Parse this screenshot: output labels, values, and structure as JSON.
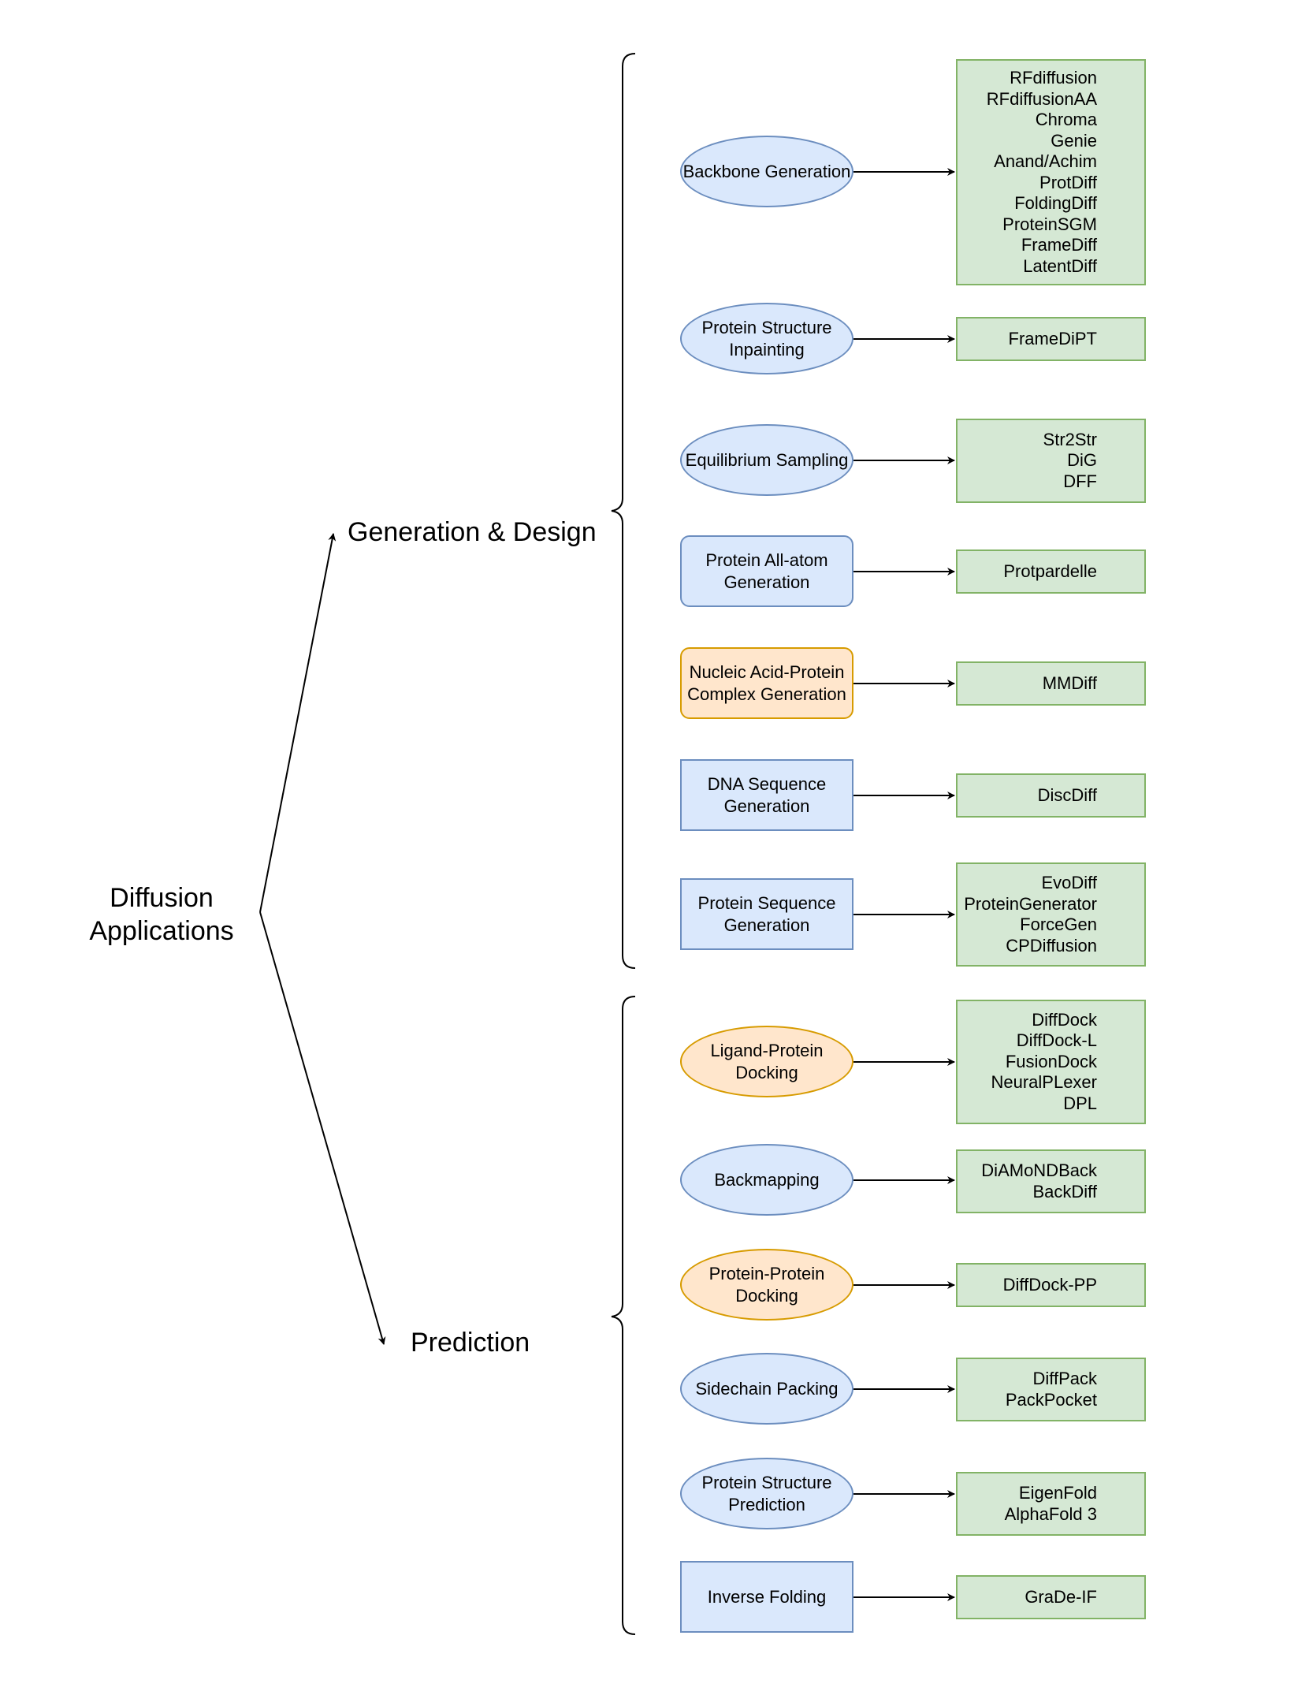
{
  "root": {
    "line1": "Diffusion",
    "line2": "Applications"
  },
  "branches": [
    {
      "label": "Generation & Design",
      "tasks": [
        {
          "label": "Backbone Generation",
          "shape": "ellipse",
          "color": "#dae8fc",
          "border": "#6c8ebf",
          "methods": [
            "RFdiffusion",
            "RFdiffusionAA",
            "Chroma",
            "Genie",
            "Anand/Achim",
            "ProtDiff",
            "FoldingDiff",
            "ProteinSGM",
            "FrameDiff",
            "LatentDiff"
          ]
        },
        {
          "label": "Protein Structure\nInpainting",
          "shape": "ellipse",
          "color": "#dae8fc",
          "border": "#6c8ebf",
          "methods": [
            "FrameDiPT"
          ]
        },
        {
          "label": "Equilibrium Sampling",
          "shape": "ellipse",
          "color": "#dae8fc",
          "border": "#6c8ebf",
          "methods": [
            "Str2Str",
            "DiG",
            "DFF"
          ]
        },
        {
          "label": "Protein All-atom\nGeneration",
          "shape": "rounded",
          "color": "#dae8fc",
          "border": "#6c8ebf",
          "methods": [
            "Protpardelle"
          ]
        },
        {
          "label": "Nucleic Acid-Protein\nComplex Generation",
          "shape": "rounded",
          "color": "#ffe6cc",
          "border": "#d79b00",
          "methods": [
            "MMDiff"
          ]
        },
        {
          "label": "DNA Sequence\nGeneration",
          "shape": "rect",
          "color": "#dae8fc",
          "border": "#6c8ebf",
          "methods": [
            "DiscDiff"
          ]
        },
        {
          "label": "Protein Sequence\nGeneration",
          "shape": "rect",
          "color": "#dae8fc",
          "border": "#6c8ebf",
          "methods": [
            "EvoDiff",
            "ProteinGenerator",
            "ForceGen",
            "CPDiffusion"
          ]
        }
      ]
    },
    {
      "label": "Prediction",
      "tasks": [
        {
          "label": "Ligand-Protein\nDocking",
          "shape": "ellipse",
          "color": "#ffe6cc",
          "border": "#d79b00",
          "methods": [
            "DiffDock",
            "DiffDock-L",
            "FusionDock",
            "NeuralPLexer",
            "DPL"
          ]
        },
        {
          "label": "Backmapping",
          "shape": "ellipse",
          "color": "#dae8fc",
          "border": "#6c8ebf",
          "methods": [
            "DiAMoNDBack",
            "BackDiff"
          ]
        },
        {
          "label": "Protein-Protein\nDocking",
          "shape": "ellipse",
          "color": "#ffe6cc",
          "border": "#d79b00",
          "methods": [
            "DiffDock-PP"
          ]
        },
        {
          "label": "Sidechain Packing",
          "shape": "ellipse",
          "color": "#dae8fc",
          "border": "#6c8ebf",
          "methods": [
            "DiffPack",
            "PackPocket"
          ]
        },
        {
          "label": "Protein Structure\nPrediction",
          "shape": "ellipse",
          "color": "#dae8fc",
          "border": "#6c8ebf",
          "methods": [
            "EigenFold",
            "AlphaFold 3"
          ]
        },
        {
          "label": "Inverse Folding",
          "shape": "rect",
          "color": "#dae8fc",
          "border": "#6c8ebf",
          "methods": [
            "GraDe-IF"
          ]
        }
      ]
    }
  ]
}
